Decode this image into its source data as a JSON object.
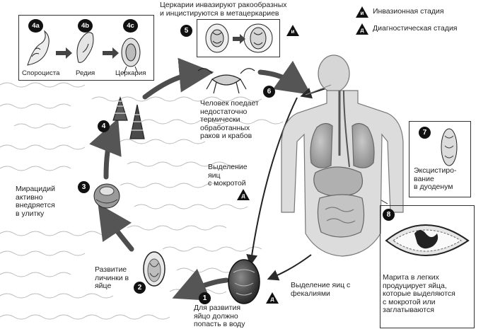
{
  "legend": {
    "infective": {
      "symbol": "и",
      "label": "Инвазионная стадия"
    },
    "diagnostic": {
      "symbol": "д",
      "label": "Диагностическая стадия"
    }
  },
  "top_box": {
    "badges": [
      "4a",
      "4b",
      "4c"
    ],
    "labels": [
      "Спороциста",
      "Редия",
      "Церкария"
    ]
  },
  "steps": {
    "s1": {
      "num": "1",
      "text": "Для развития\nяйцо должно\nпопасть в воду"
    },
    "s2": {
      "num": "2",
      "text": "Развитие\nличинки в\nяйце"
    },
    "s3": {
      "num": "3",
      "text": "Мирацидий\nактивно\nвнедряется\nв улитку"
    },
    "s4": {
      "num": "4"
    },
    "s5": {
      "num": "5",
      "text": "Церкарии инвазируют ракообразных\nи инцистируются в метацеркариев",
      "stage": "и"
    },
    "s6": {
      "num": "6",
      "text": "Человек поедает\nнедостаточно\nтермически\nобработанных\nраков и крабов"
    },
    "s7": {
      "num": "7",
      "text": "Эксцистиро-\nвание\nв дуоденум"
    },
    "s8": {
      "num": "8",
      "text": "Марита в легких\nпродуцирует яйца,\nкоторые выделяются\nс мокротой или\nзаглатываются"
    }
  },
  "sputum": {
    "text": "Выделение\nяиц\nс мокротой",
    "stage": "д"
  },
  "feces": {
    "text": "Выделение яиц с\nфекалиями",
    "stage": "д"
  }
}
